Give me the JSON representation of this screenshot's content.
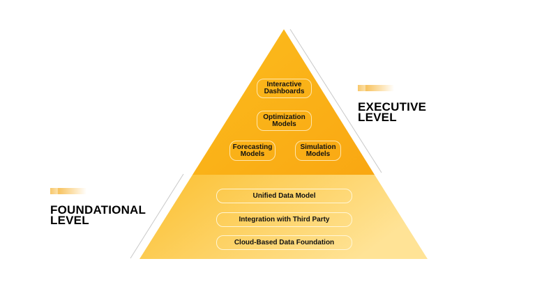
{
  "executive": {
    "title_line1": "EXECUTIVE",
    "title_line2": "LEVEL",
    "items": [
      "Interactive Dashboards",
      "Optimization Models",
      "Forecasting Models",
      "Simulation Models"
    ],
    "items_lines": [
      [
        "Interactive",
        "Dashboards"
      ],
      [
        "Optimization",
        "Models"
      ],
      [
        "Forecasting",
        "Models"
      ],
      [
        "Simulation",
        "Models"
      ]
    ]
  },
  "foundational": {
    "title_line1": "FOUNDATIONAL",
    "title_line2": "LEVEL",
    "items": [
      "Unified Data Model",
      "Integration with Third Party",
      "Cloud-Based Data Foundation"
    ]
  },
  "colors": {
    "top": "#fbb515",
    "bottom": "#fdd56f"
  }
}
